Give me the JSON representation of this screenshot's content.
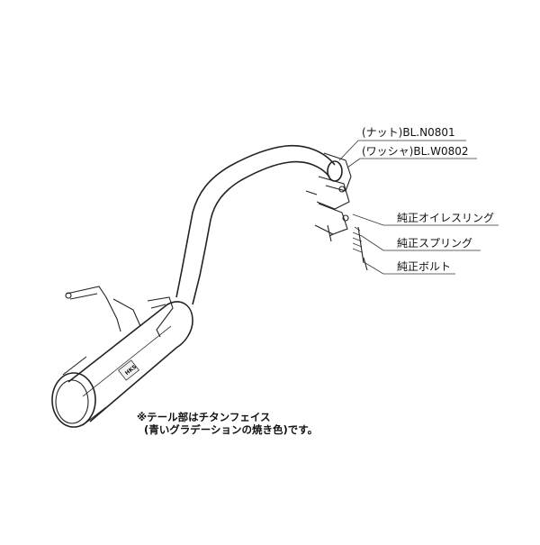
{
  "labels": {
    "nut": "(ナット)BL.N0801",
    "washer": "(ワッシャ)BL.W0802",
    "oil_ring": "純正オイレスリング",
    "spring": "純正スプリング",
    "bolt": "純正ボルト"
  },
  "note": {
    "line1": "※テール部はチタンフェイス",
    "line2": "(青いグラデーションの焼き色)です。"
  },
  "badge_text": "HKS"
}
